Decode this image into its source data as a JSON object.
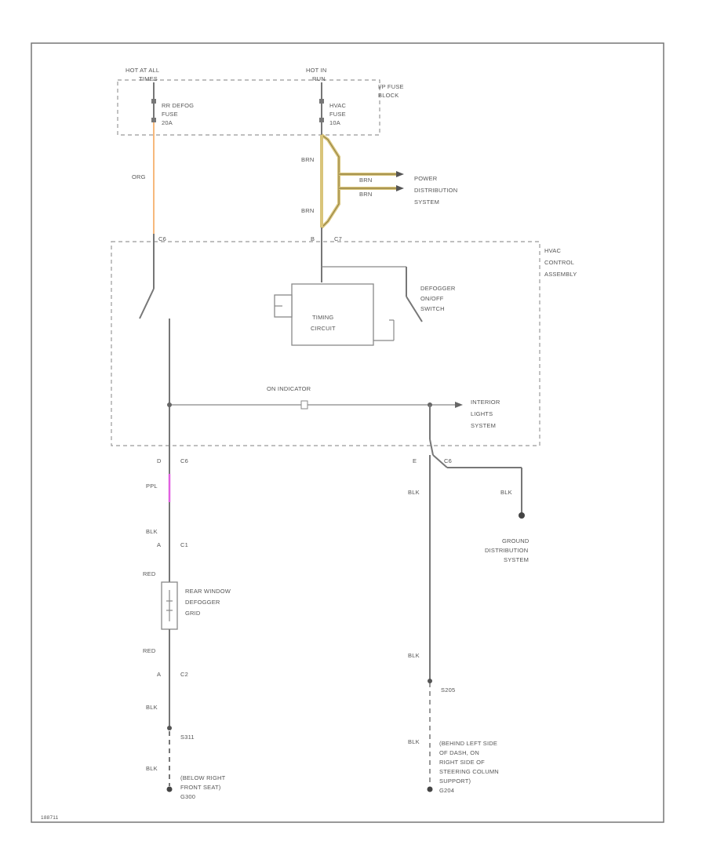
{
  "labels": {
    "hot_all": [
      "HOT AT ALL",
      "TIMES"
    ],
    "hot_run": [
      "HOT IN",
      "RUN"
    ],
    "fuse_block": [
      "I/P FUSE",
      "BLOCK"
    ],
    "fuse1": [
      "RR DEFOG",
      "FUSE",
      "20A"
    ],
    "fuse2": [
      "HVAC",
      "FUSE",
      "10A"
    ],
    "wire_org": "ORG",
    "wire_brn_top": "BRN",
    "wire_brn_bottom": "BRN",
    "wire_brn_r1": "BRN",
    "wire_brn_r2": "BRN",
    "power_dist": [
      "POWER",
      "DISTRIBUTION",
      "SYSTEM"
    ],
    "conn_c6": "C6",
    "conn_b": "B",
    "conn_c7": "C7",
    "hvac_assy": [
      "HVAC",
      "CONTROL",
      "ASSEMBLY"
    ],
    "defogger_switch": [
      "DEFOGGER",
      "ON/OFF",
      "SWITCH"
    ],
    "timing_circuit": [
      "TIMING",
      "CIRCUIT"
    ],
    "on_indicator": "ON INDICATOR",
    "interior_lights": [
      "INTERIOR",
      "LIGHTS",
      "SYSTEM"
    ],
    "conn_d": "D",
    "conn_c6_bottom": "C6",
    "conn_e": "E",
    "conn_c6_right": "C6",
    "wire_ppl": "PPL",
    "wire_blk_a": "BLK",
    "conn_c1": "C1",
    "conn_a1": "A",
    "wire_red1": "RED",
    "rear_defogger": [
      "REAR WINDOW",
      "DEFOGGER",
      "GRID"
    ],
    "wire_red2": "RED",
    "conn_a2": "A",
    "conn_c2": "C2",
    "wire_blk_b": "BLK",
    "splice_s311": "S311",
    "wire_blk_c": "BLK",
    "ground_right_seat": [
      "(BELOW RIGHT",
      "FRONT SEAT)",
      "G300"
    ],
    "wire_blk_right1": "BLK",
    "wire_blk_ground": "BLK",
    "ground_dist": [
      "GROUND",
      "DISTRIBUTION",
      "SYSTEM"
    ],
    "wire_blk_right2": "BLK",
    "splice_s205": "S205",
    "wire_blk_right3": "BLK",
    "ground_dash": [
      "(BEHIND LEFT SIDE",
      "OF DASH, ON",
      "RIGHT SIDE OF",
      "STEERING COLUMN",
      "SUPPORT)",
      "G204"
    ],
    "figure_id": "188711"
  },
  "colors": {
    "org_wire": "#f6b97c",
    "brn_wire": "#d9c47a",
    "ppl_wire": "#e060e0",
    "line": "#777777"
  }
}
